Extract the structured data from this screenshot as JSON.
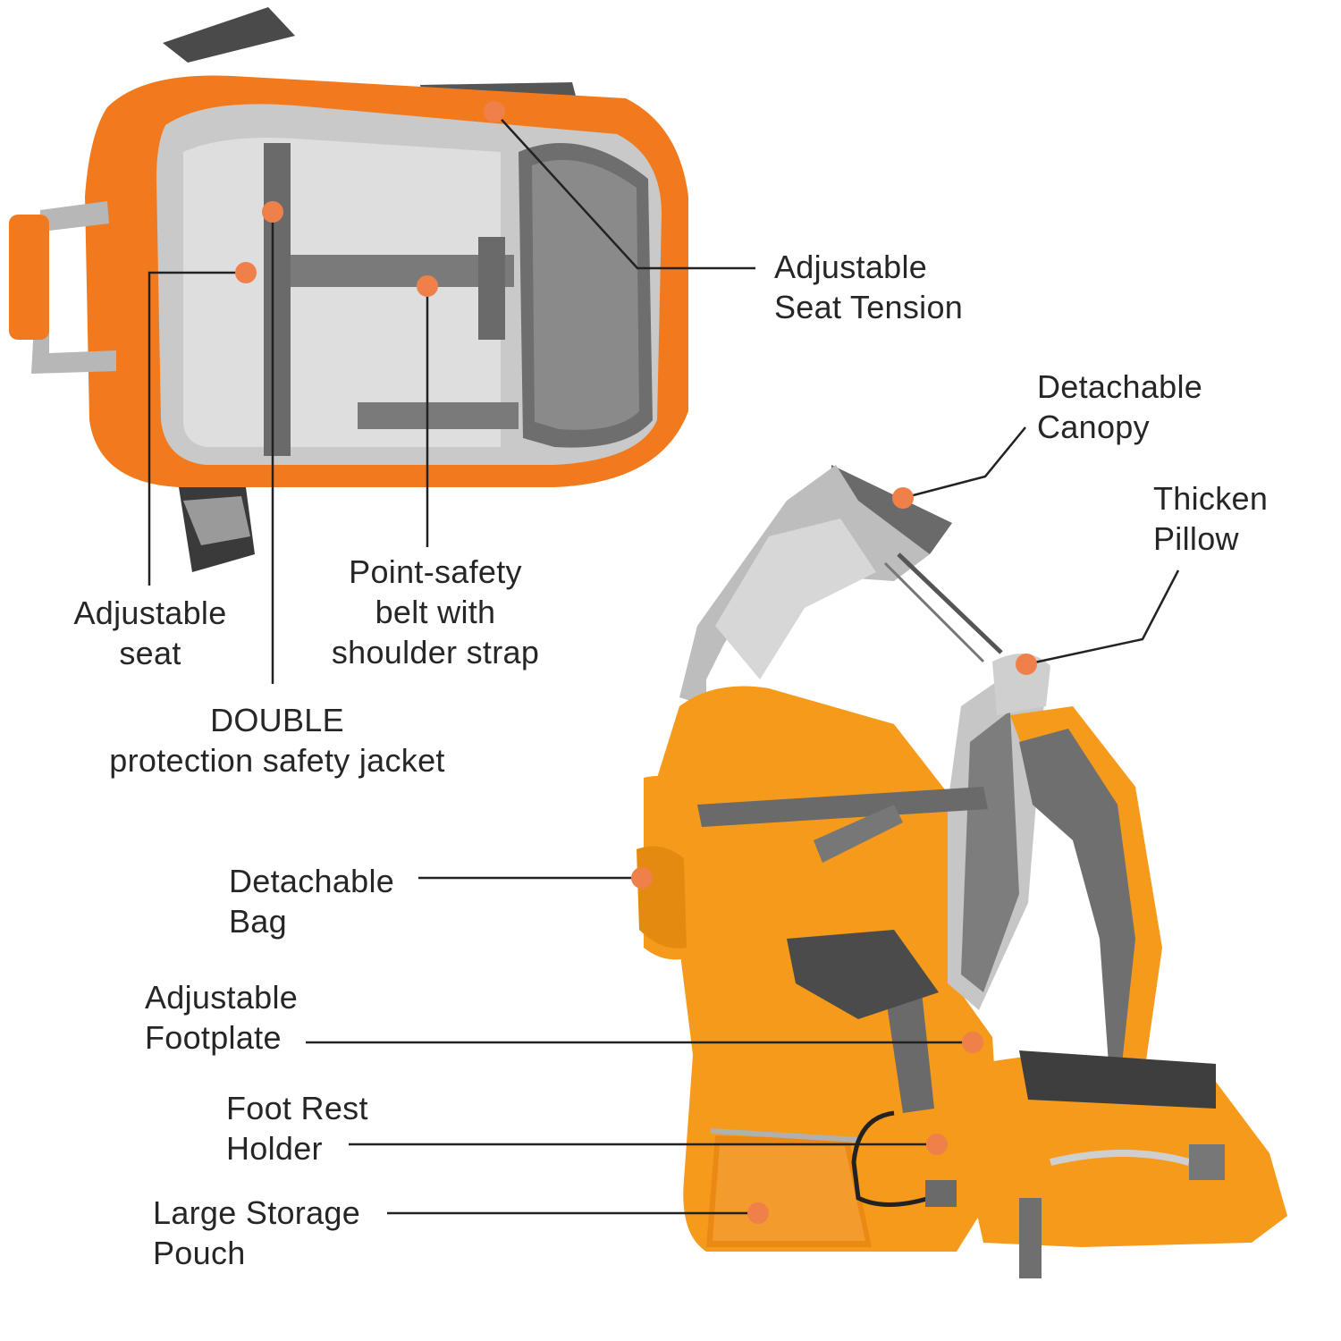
{
  "colors": {
    "accent": "#f27a33",
    "marker": "#f0804a",
    "carrier_orange": "#f59a1a",
    "gray": "#8a8a8a",
    "light_gray": "#cfcfcf",
    "leader": "#222222"
  },
  "callouts": {
    "seat_tension": {
      "line1": "Adjustable",
      "line2": "Seat Tension"
    },
    "canopy": {
      "line1": "Detachable",
      "line2": "Canopy"
    },
    "pillow": {
      "line1": "Thicken",
      "line2": "Pillow"
    },
    "adjustable_seat": {
      "line1": "Adjustable",
      "line2": "seat"
    },
    "safety_belt": {
      "line1": "Point-safety",
      "line2": "belt with",
      "line3": "shoulder strap"
    },
    "safety_jacket": {
      "line1": "DOUBLE",
      "line2": "protection safety jacket"
    },
    "bag": {
      "line1": "Detachable",
      "line2": "Bag"
    },
    "footplate": {
      "line1": "Adjustable",
      "line2": "Footplate"
    },
    "foot_rest": {
      "line1": "Foot Rest",
      "line2": "Holder"
    },
    "storage": {
      "line1": "Large Storage",
      "line2": "Pouch"
    }
  }
}
